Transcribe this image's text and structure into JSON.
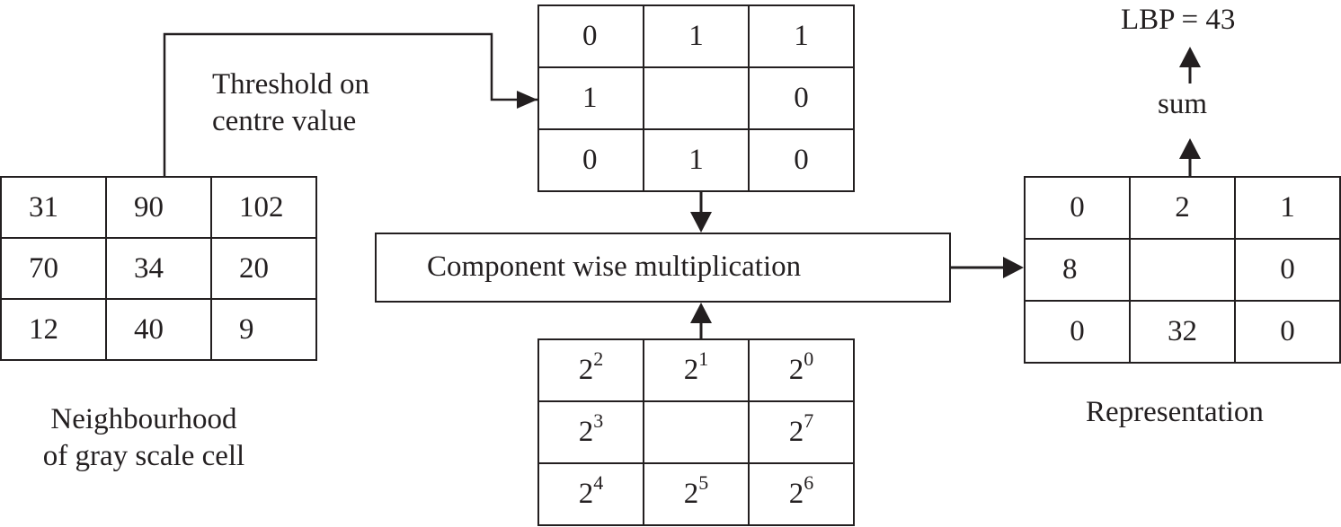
{
  "neighbourhood": {
    "caption_line1": "Neighbourhood",
    "caption_line2": "of gray scale cell",
    "rows": [
      [
        "31",
        "90",
        "102"
      ],
      [
        "70",
        "34",
        "20"
      ],
      [
        "12",
        "40",
        "9"
      ]
    ]
  },
  "threshold": {
    "caption_line1": "Threshold on",
    "caption_line2": "centre value",
    "rows": [
      [
        "0",
        "1",
        "1"
      ],
      [
        "1",
        "",
        "0"
      ],
      [
        "0",
        "1",
        "0"
      ]
    ]
  },
  "weights": {
    "base": "2",
    "exponents": [
      [
        "2",
        "1",
        "0"
      ],
      [
        "3",
        "",
        "7"
      ],
      [
        "4",
        "5",
        "6"
      ]
    ]
  },
  "operation": {
    "label": "Component wise multiplication"
  },
  "representation": {
    "caption": "Representation",
    "rows": [
      [
        "0",
        "2",
        "1"
      ],
      [
        "8",
        "",
        "0"
      ],
      [
        "0",
        "32",
        "0"
      ]
    ]
  },
  "sum_label": "sum",
  "result_label": "LBP = 43",
  "colors": {
    "line": "#231f20",
    "background": "#ffffff"
  }
}
